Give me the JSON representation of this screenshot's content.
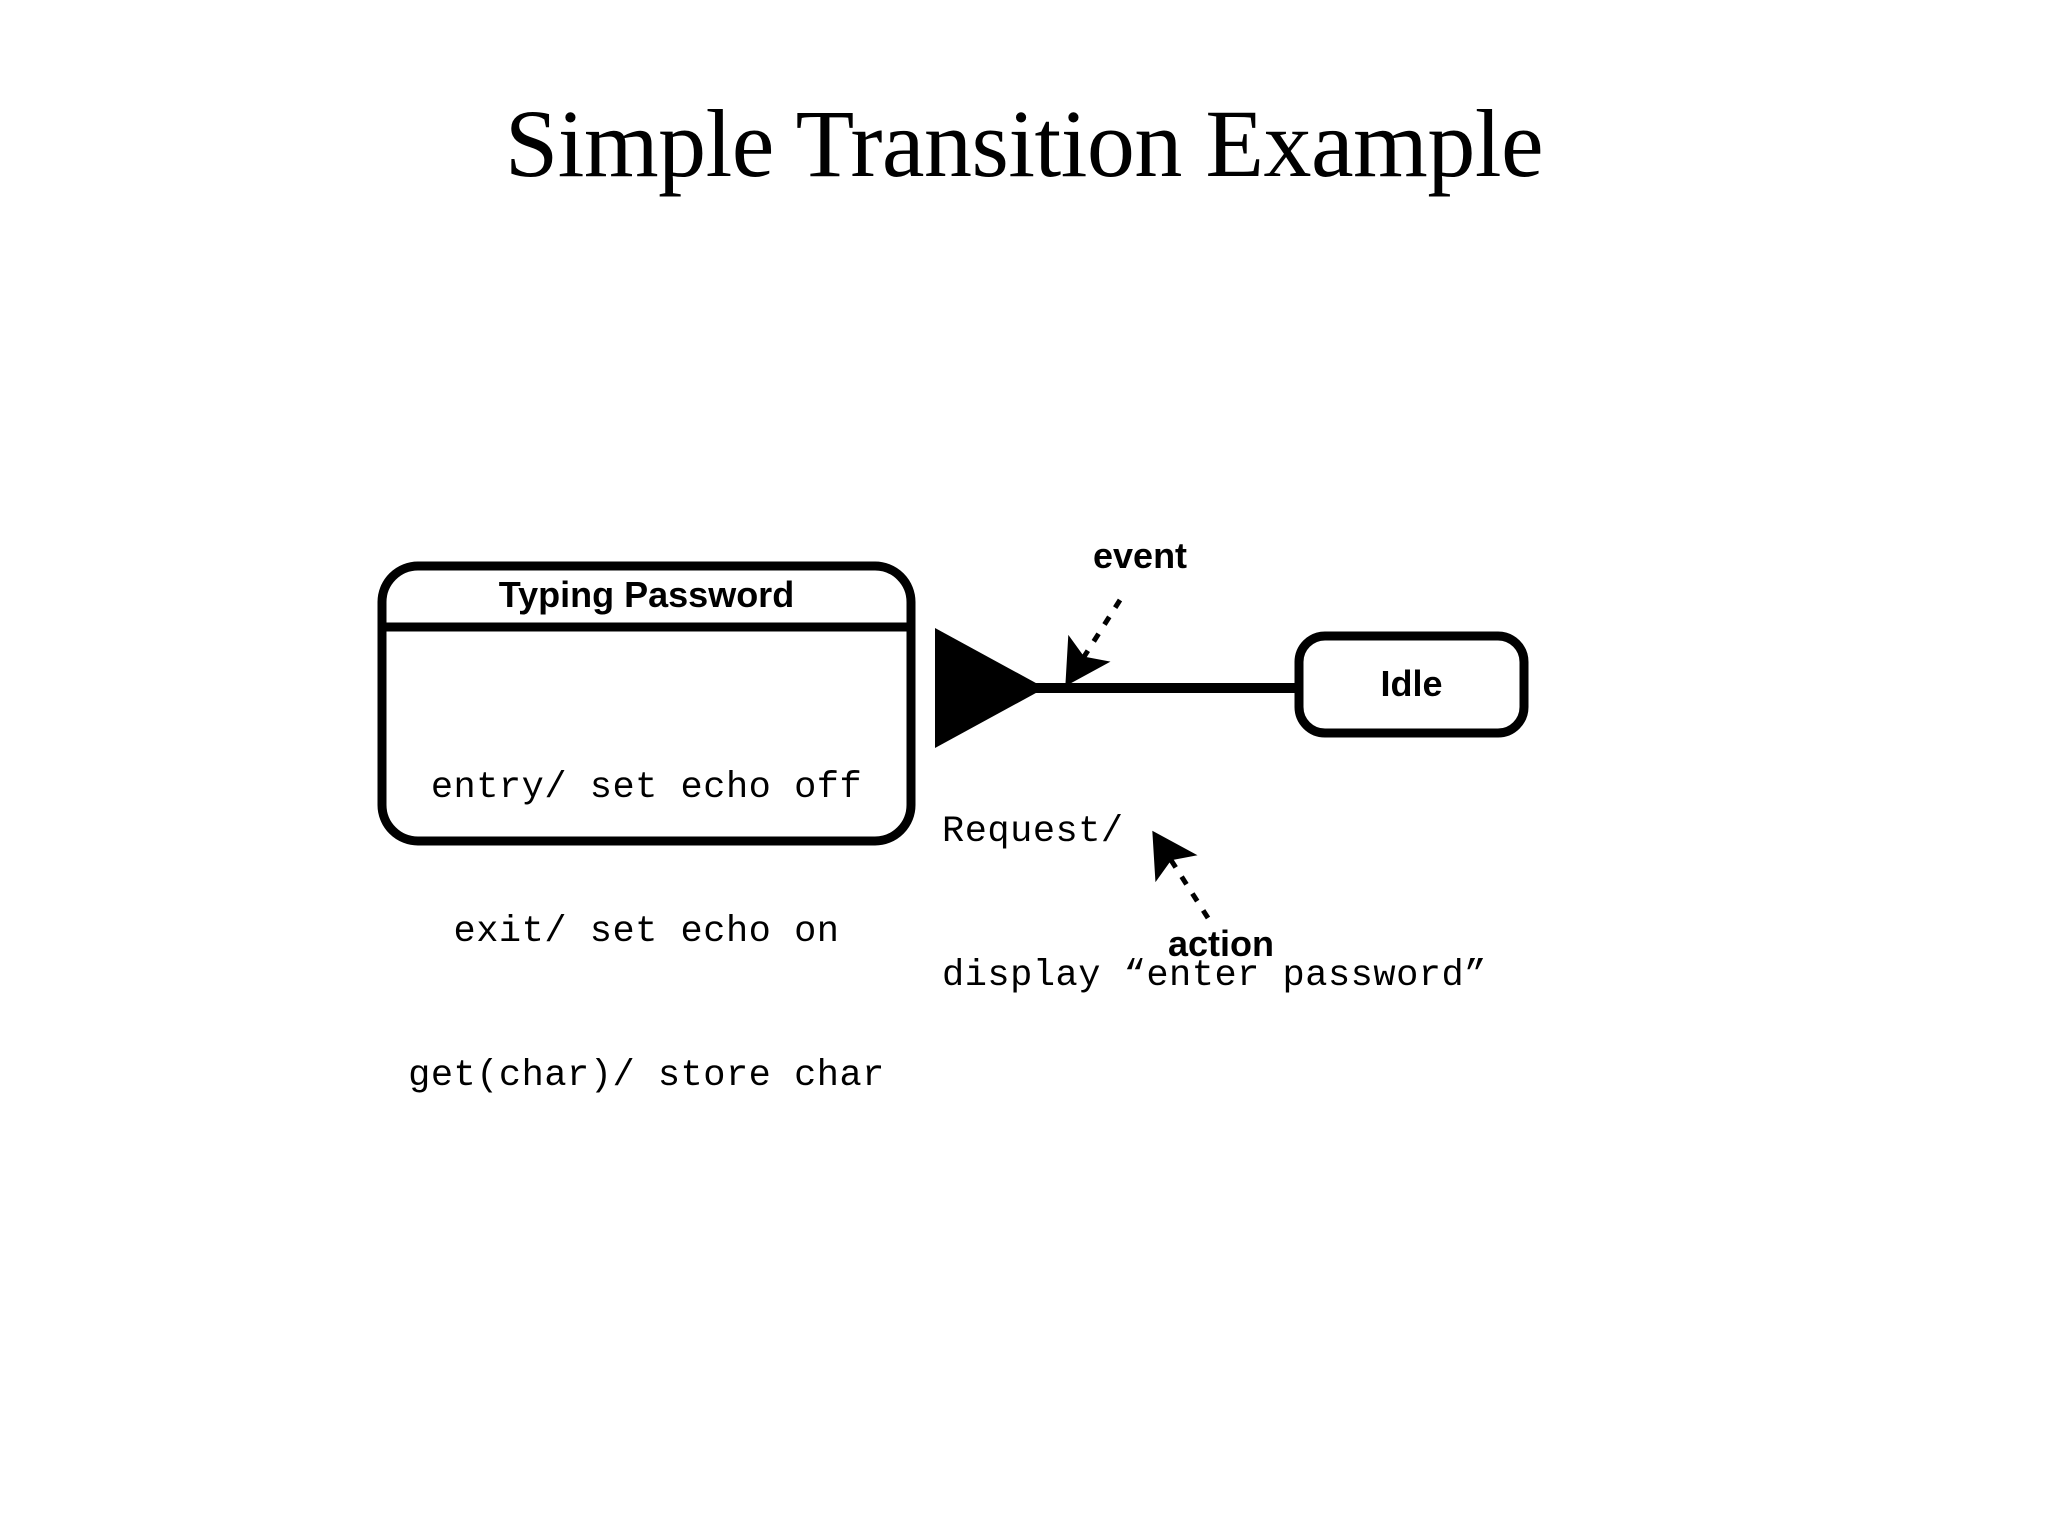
{
  "slide": {
    "title": "Simple Transition Example",
    "background_color": "#ffffff",
    "ink_color": "#000000"
  },
  "diagram": {
    "kind": "uml-state-machine-diagram",
    "states": [
      {
        "id": "typing-password",
        "name": "Typing Password",
        "shape": "rounded-rectangle-with-compartments",
        "internal_activities": [
          "entry/ set echo off",
          "exit/ set echo on",
          "get(char)/ store char"
        ]
      },
      {
        "id": "idle",
        "name": "Idle",
        "shape": "rounded-rectangle",
        "internal_activities": []
      }
    ],
    "transition": {
      "id": "idle-to-typing-password",
      "source": "Idle",
      "target": "Typing Password",
      "direction": "right-to-left",
      "arrowhead": "solid-filled-triangle",
      "event_label": "Request/",
      "action_label": "display “enter password”"
    },
    "callouts": [
      {
        "id": "event",
        "label": "event",
        "points_to": "Request/",
        "connector": "dashed-arrow"
      },
      {
        "id": "action",
        "label": "action",
        "points_to": "display “enter password”",
        "connector": "dashed-arrow"
      }
    ]
  }
}
